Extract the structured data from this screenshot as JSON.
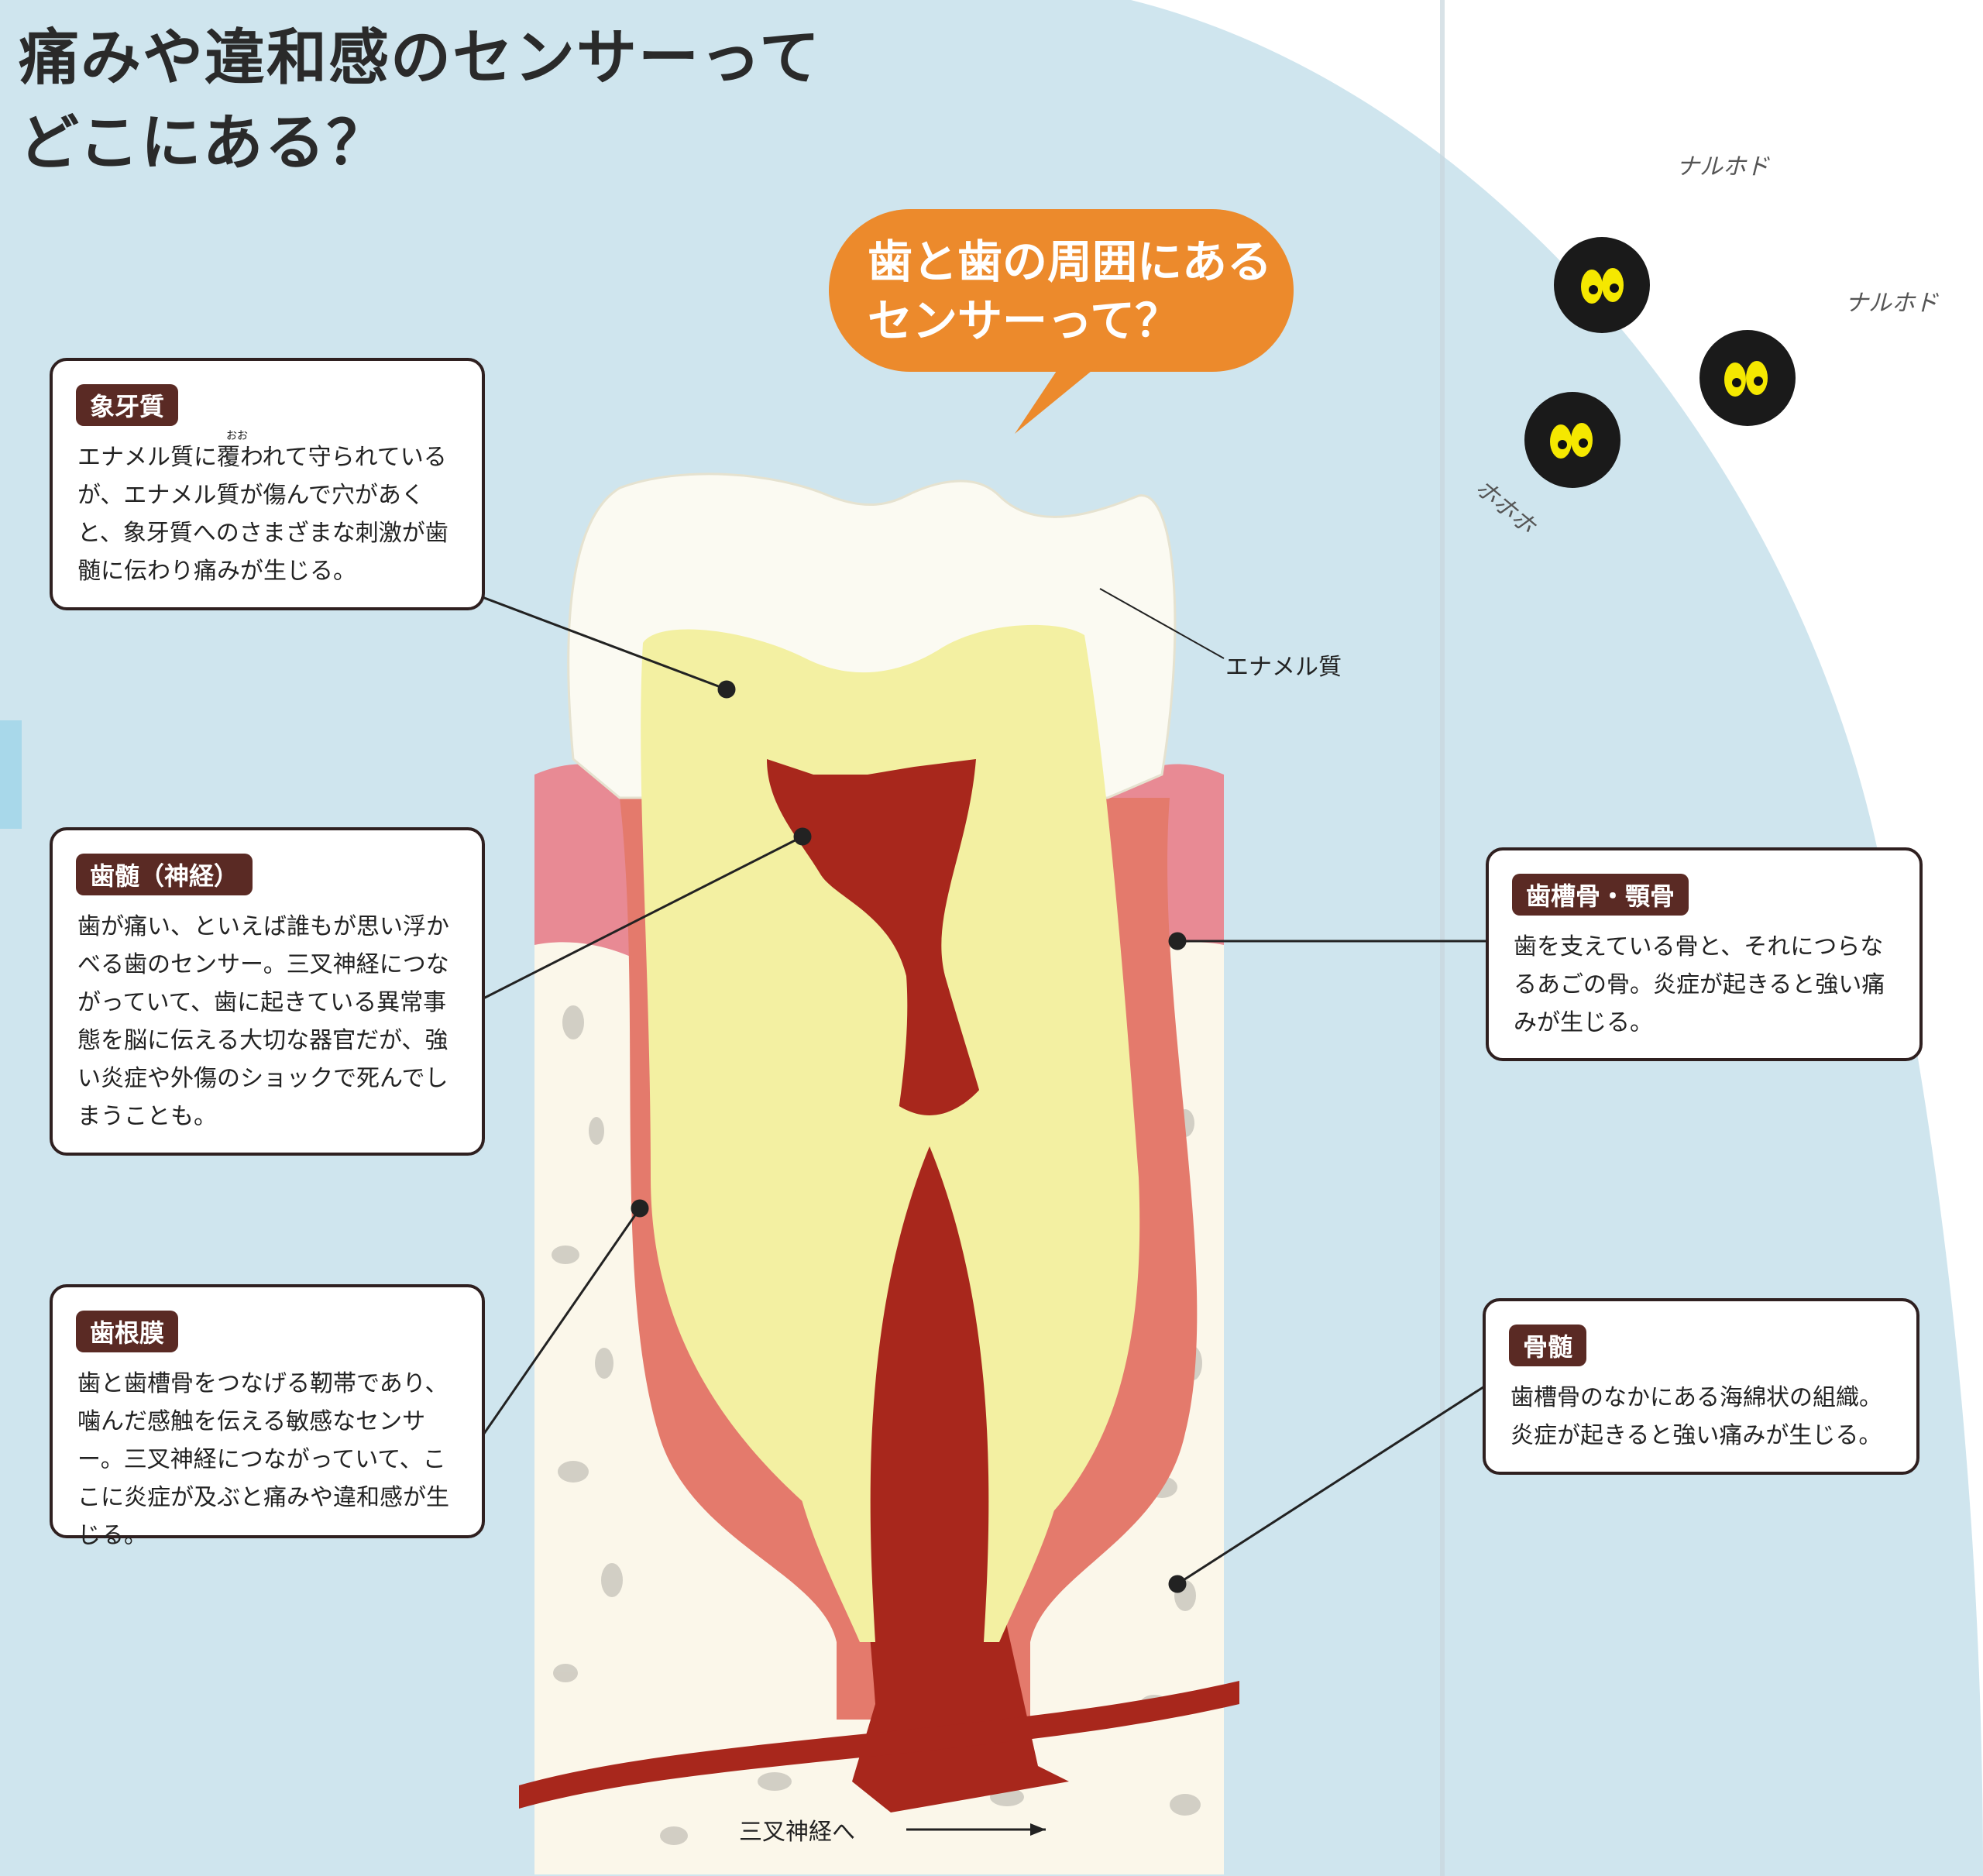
{
  "title": {
    "line1": "痛みや違和感のセンサーって",
    "line2": "どこにある？"
  },
  "bubble": {
    "line1": "歯と歯の周囲にある",
    "line2": "センサーって？"
  },
  "boxes": {
    "dentin": {
      "tag": "象牙質",
      "ruby": "おお",
      "body": "エナメル質に覆われて守られているが、エナメル質が傷んで穴があくと、象牙質へのさまざまな刺激が歯髄に伝わり痛みが生じる。"
    },
    "pulp": {
      "tag": "歯髄（神経）",
      "body": "歯が痛い、といえば誰もが思い浮かべる歯のセンサー。三叉神経につながっていて、歯に起きている異常事態を脳に伝える大切な器官だが、強い炎症や外傷のショックで死んでしまうことも。"
    },
    "ligament": {
      "tag": "歯根膜",
      "body": "歯と歯槽骨をつなげる靭帯であり、噛んだ感触を伝える敏感なセンサー。三叉神経につながっていて、ここに炎症が及ぶと痛みや違和感が生じる。"
    },
    "bone": {
      "tag": "歯槽骨・顎骨",
      "body": "歯を支えている骨と、それにつらなるあごの骨。炎症が起きると強い痛みが生じる。"
    },
    "marrow": {
      "tag": "骨髄",
      "body": "歯槽骨のなかにある海綿状の組織。炎症が起きると強い痛みが生じる。"
    }
  },
  "labels": {
    "enamel": "エナメル質",
    "nerve": "三叉神経へ"
  },
  "handwriting": {
    "a": "ナルホド",
    "b": "ナルホド",
    "c": "ホホホ"
  },
  "colors": {
    "background_blue": "#cfe5ee",
    "bubble_orange": "#ec8a2c",
    "tag_brown": "#5a2a24",
    "pulp_red": "#a8271c",
    "dentin_yellow": "#f3f0a2",
    "gum_pink": "#e88a94"
  }
}
